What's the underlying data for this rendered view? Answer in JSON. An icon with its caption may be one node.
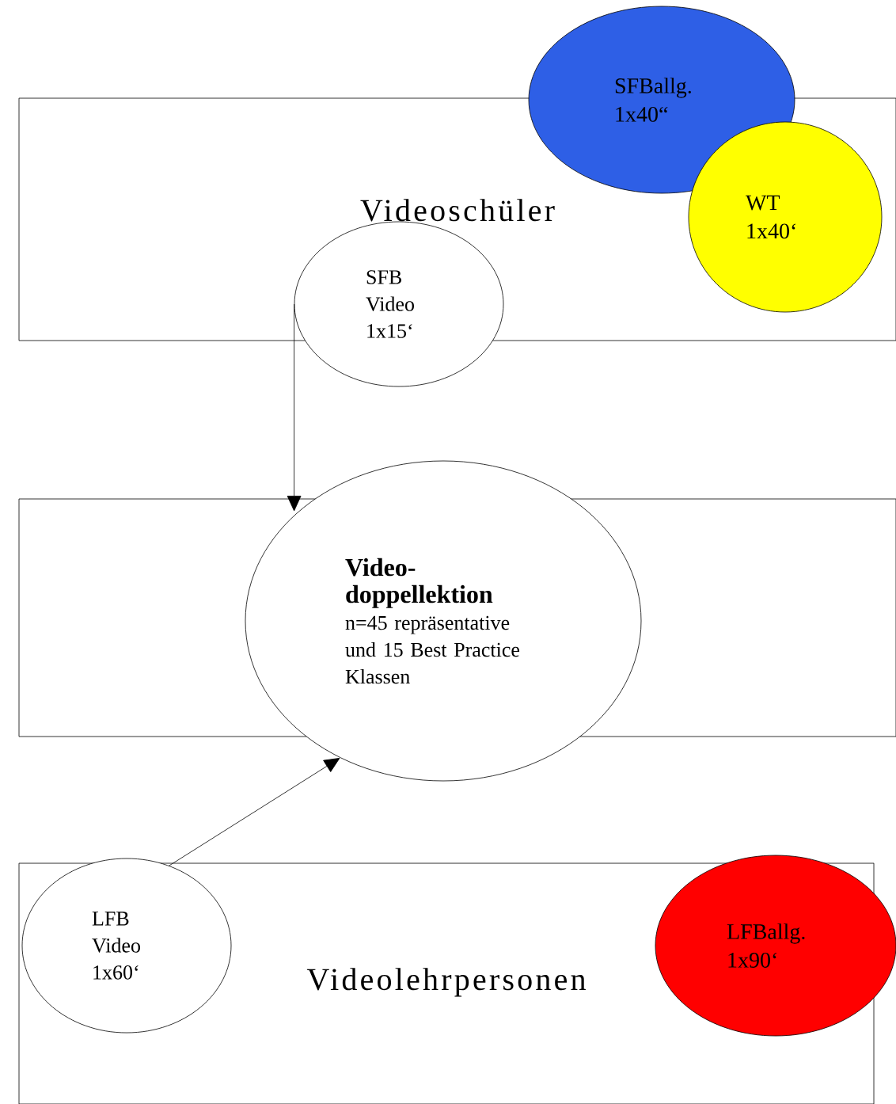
{
  "diagram": {
    "nodes": [
      {
        "text": [
          "Videoschüler"
        ]
      },
      {
        "text": [
          "SFBallg. 1x40“"
        ]
      },
      {
        "text": [
          "WT 1x40‘"
        ],
        "in": 0
      },
      {
        "text": [
          "SFB Video 1x15‘"
        ]
      },
      {
        "text": [],
        "shape": "box"
      },
      {
        "text": [
          "Video-doppellektion",
          "n=45 repräsentative und 15 Best Practice Klassen"
        ]
      },
      {
        "text": [
          "Videolehrpersonen"
        ]
      },
      {
        "text": [
          "LFB Video 1x60‘"
        ],
        "in": 6
      },
      {
        "text": [
          "LFBallg. 1x90‘"
        ]
      }
    ],
    "edges": [
      {
        "from": 3,
        "to": 5,
        "arrow": "to"
      },
      {
        "from": 7,
        "to": 5,
        "arrow": "to"
      }
    ]
  }
}
